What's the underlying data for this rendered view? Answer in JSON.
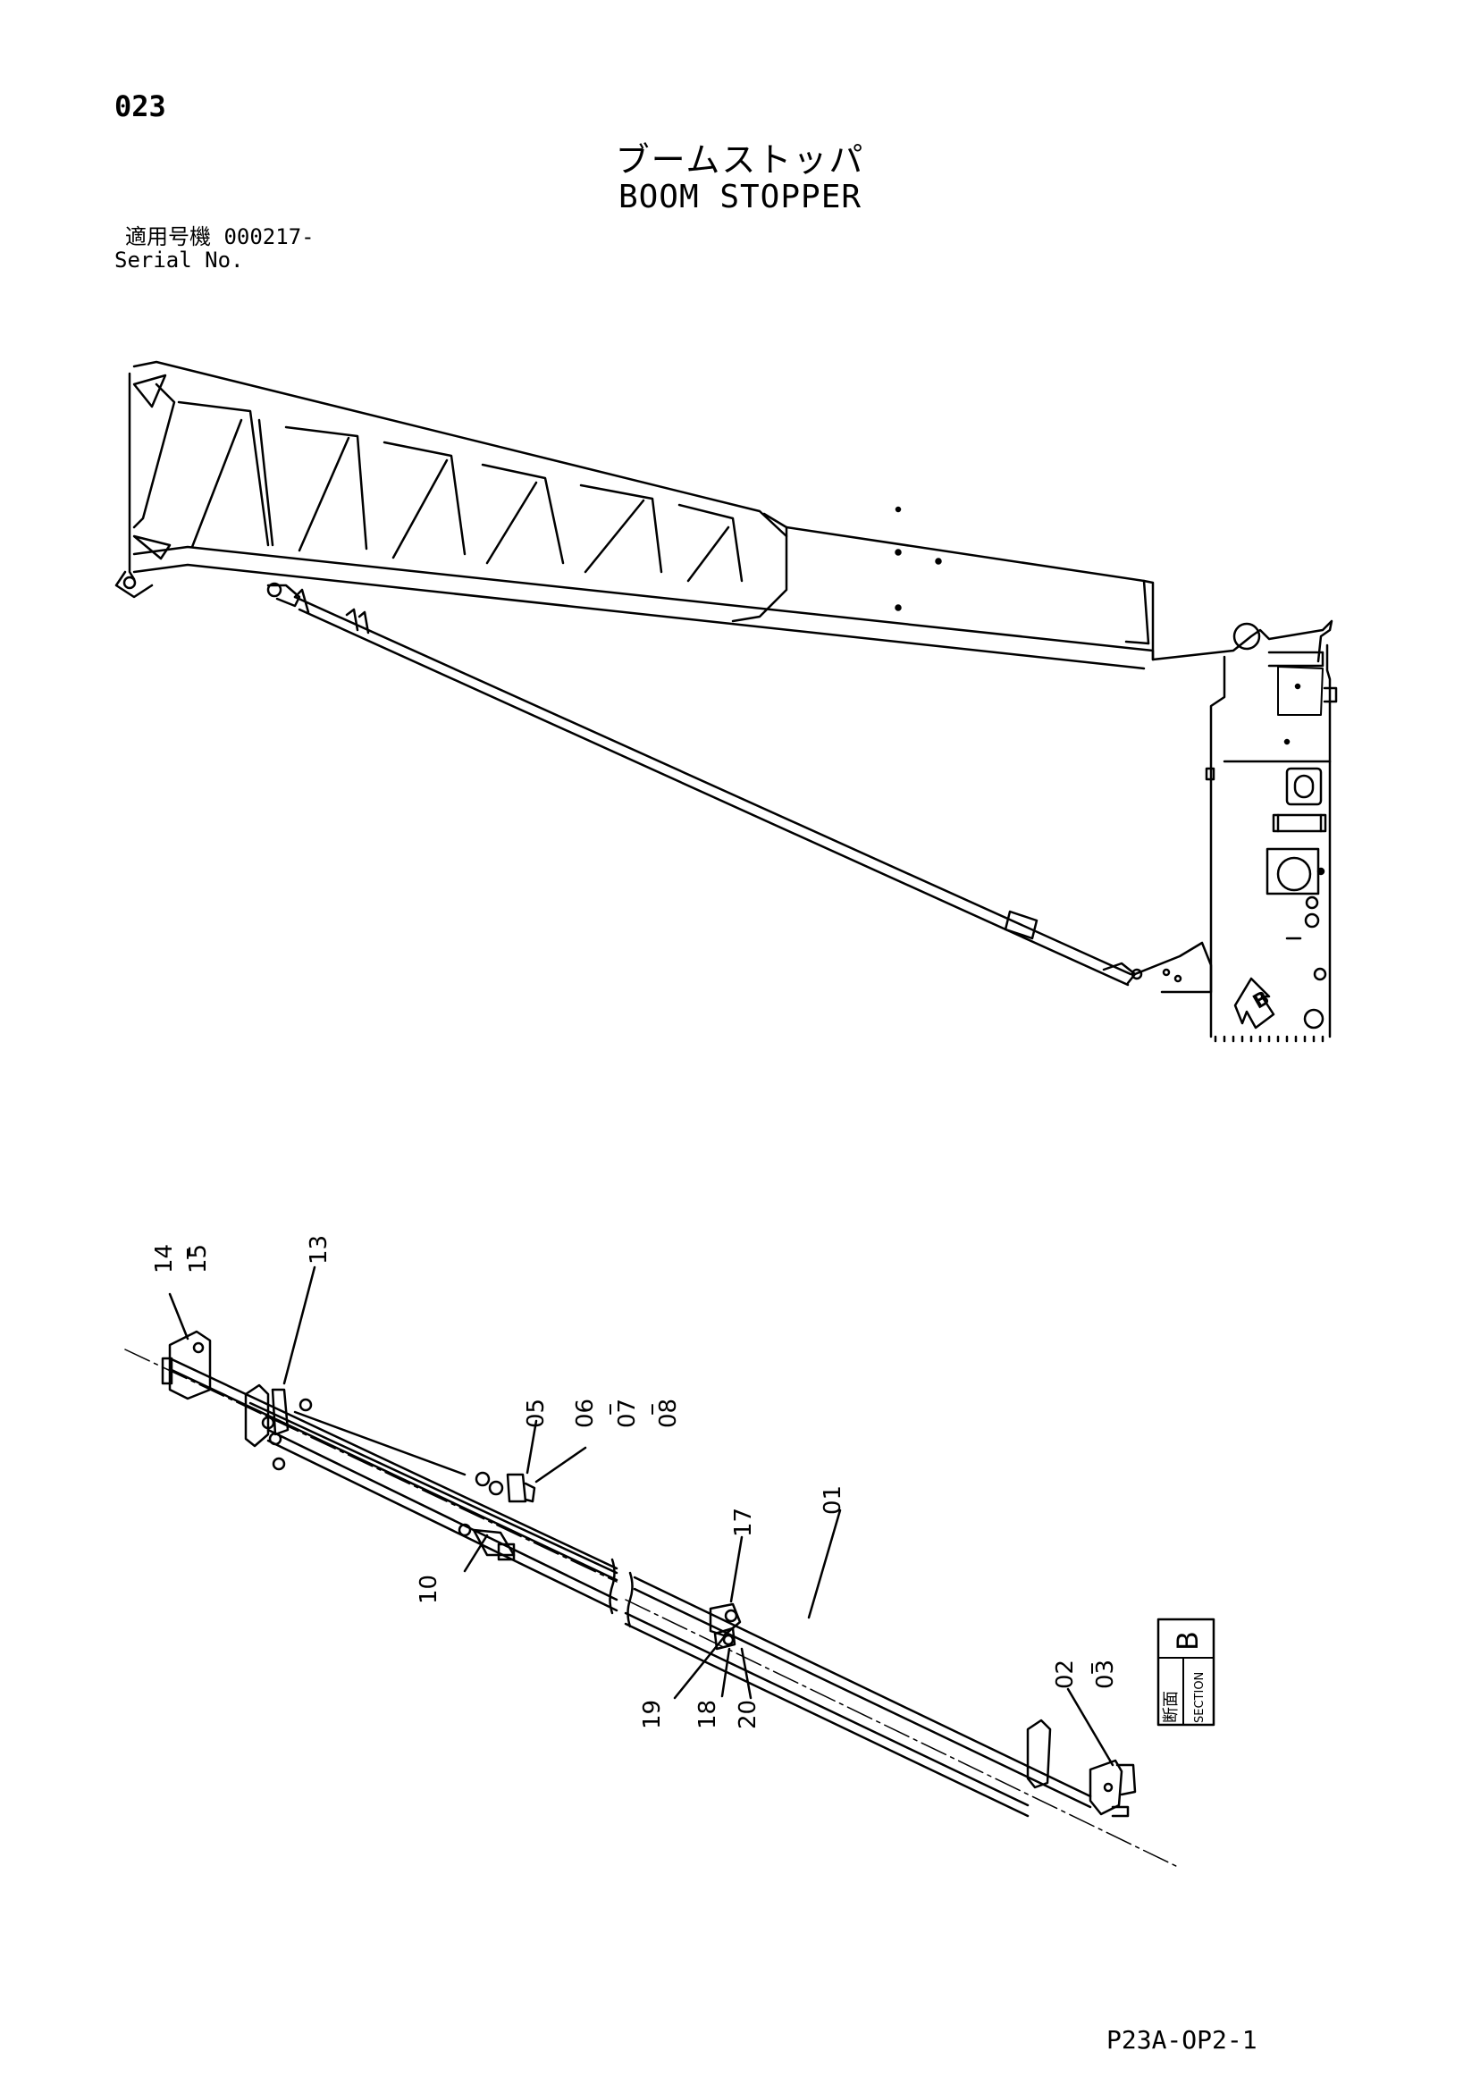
{
  "header": {
    "page_number": "023",
    "title_jp": "ブームストッパ",
    "title_en": "BOOM STOPPER",
    "serial_label_jp": "適用号機",
    "serial_value": "000217-",
    "serial_label_en": "Serial No."
  },
  "detail_view": {
    "view_marker": "B",
    "section_label_jp": "断面",
    "section_label_en": "SECTION",
    "section_letter": "B"
  },
  "callouts": [
    "14",
    "15",
    "13",
    "05",
    "06",
    "07",
    "08",
    "10",
    "17",
    "01",
    "19",
    "18",
    "20",
    "02",
    "03"
  ],
  "footer": {
    "document_code": "P23A-OP2-1"
  }
}
